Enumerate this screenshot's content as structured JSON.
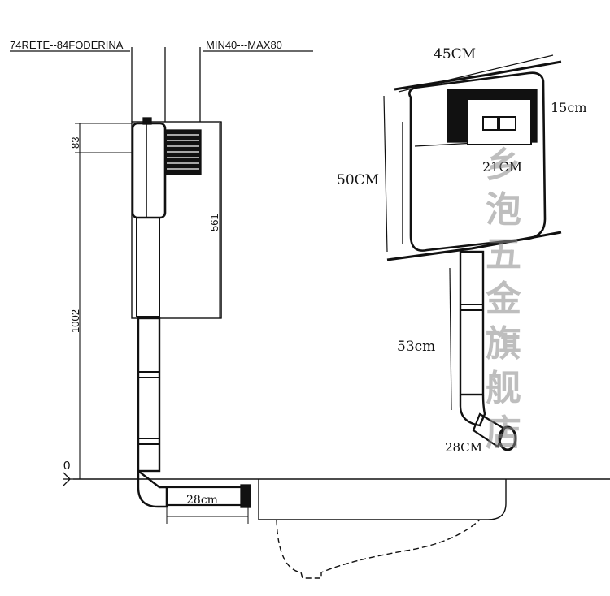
{
  "side_view": {
    "wall_range_left": "74RETE--84FODERINA",
    "wall_range_right": "MIN40---MAX80",
    "dim_top": "83",
    "dim_tank": "561",
    "dim_height": "1002",
    "dim_floor": "0",
    "dim_outlet": "28cm"
  },
  "front_view": {
    "width": "45CM",
    "height": "50CM",
    "depth": "15cm",
    "plate_width": "21CM",
    "pipe_length": "53cm",
    "outlet": "28CM"
  },
  "watermark": [
    "乡",
    "泡",
    "五",
    "金",
    "旗",
    "舰",
    "店"
  ]
}
